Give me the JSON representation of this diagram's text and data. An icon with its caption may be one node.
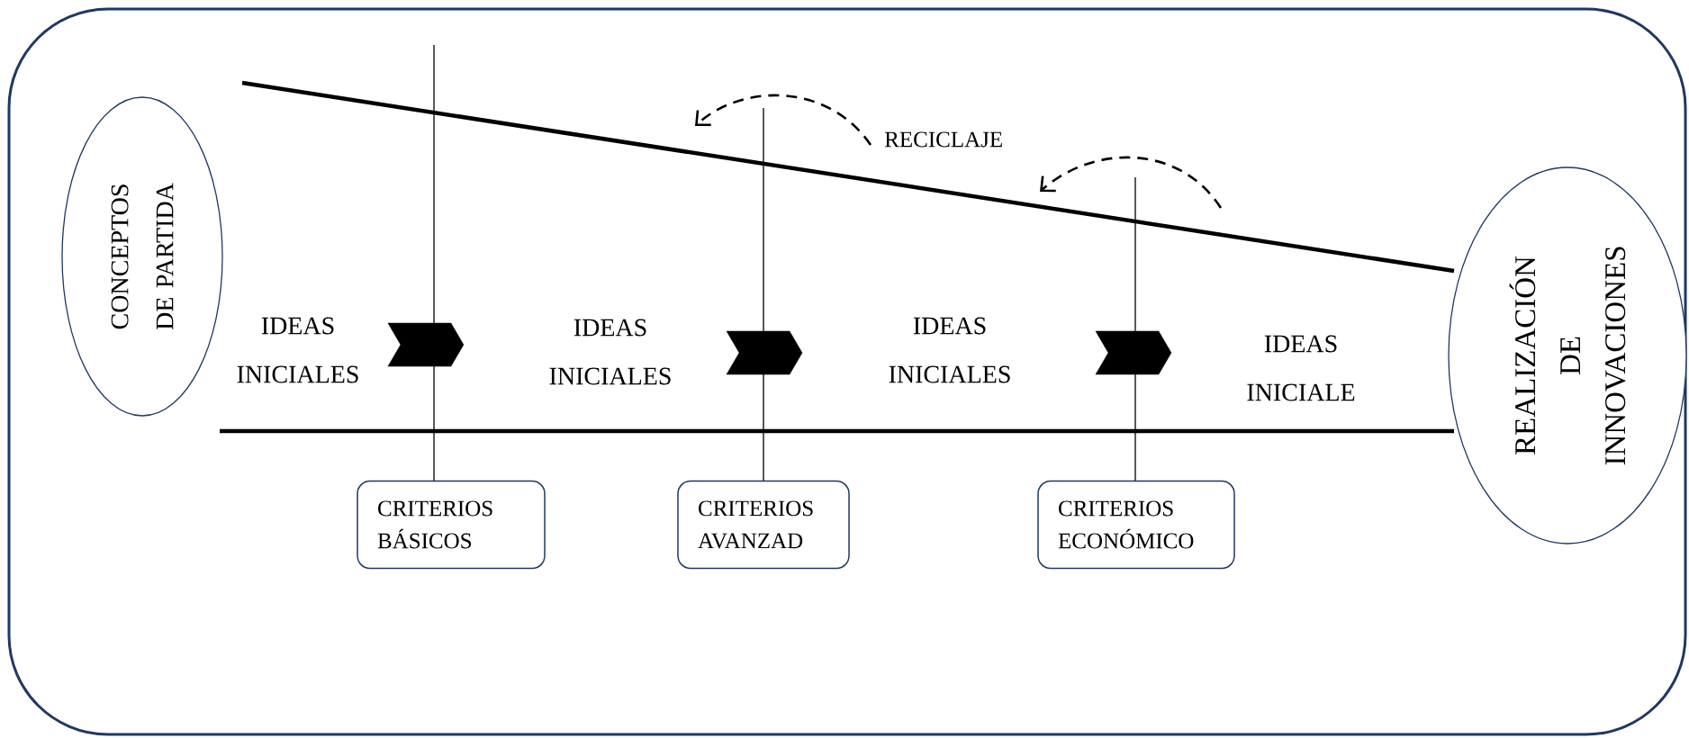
{
  "diagram": {
    "nodes": [
      {
        "text": [
          "CONCEPTOS DE PARTIDA"
        ]
      },
      {
        "text": [
          "IDEAS INICIALES"
        ]
      },
      {
        "text": [
          "IDEAS INICIALES"
        ]
      },
      {
        "text": [
          "IDEAS INICIALES"
        ]
      },
      {
        "text": [
          "IDEAS INICIALE"
        ]
      },
      {
        "text": [
          "REALIZACIÓN DE INNOVACIONES"
        ]
      },
      {
        "text": [
          "CRITERIOS BÁSICOS"
        ]
      },
      {
        "text": [
          "CRITERIOS AVANZAD"
        ]
      },
      {
        "text": [
          "CRITERIOS ECONÓMICO"
        ]
      }
    ],
    "edges": [
      {
        "from": 1,
        "to": 2,
        "arrow": "to"
      },
      {
        "from": 2,
        "to": 3,
        "arrow": "to"
      },
      {
        "from": 3,
        "to": 4,
        "arrow": "to"
      }
    ],
    "labels": [
      "RECICLAJE"
    ]
  }
}
